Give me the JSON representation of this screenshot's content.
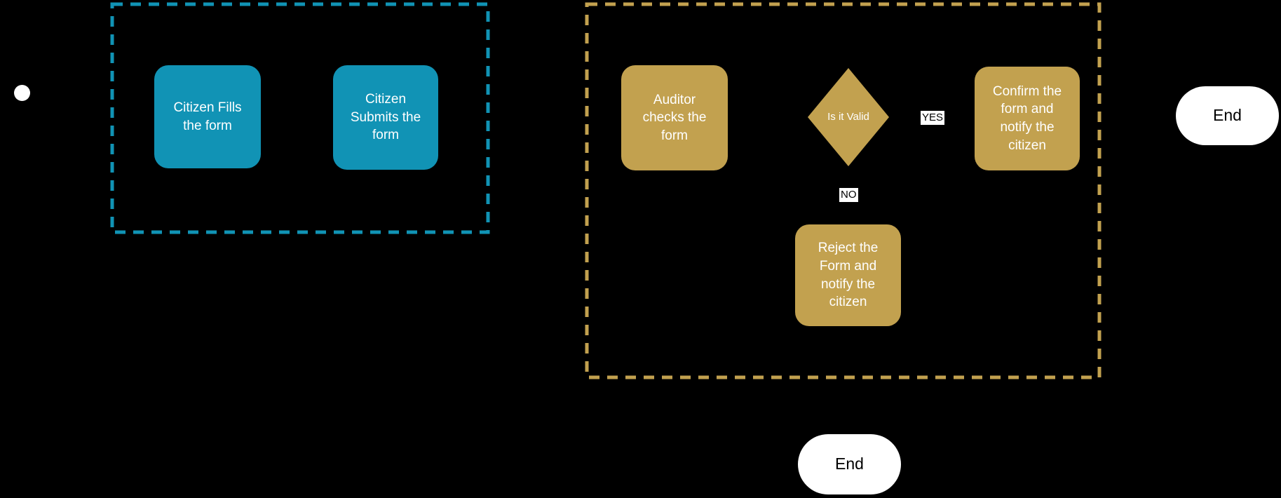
{
  "colors": {
    "background": "#000000",
    "teal": "#1193b5",
    "gold": "#c2a14f",
    "node_text": "#ffffff",
    "label_bg": "#ffffff",
    "label_text": "#000000"
  },
  "nodes": {
    "fill_form": {
      "label": "Citizen Fills the form",
      "lines": [
        "Citizen Fills",
        "the form"
      ]
    },
    "submit_form": {
      "label": "Citizen Submits the form",
      "lines": [
        "Citizen",
        "Submits the",
        "form"
      ]
    },
    "auditor_checks": {
      "label": "Auditor checks the form",
      "lines": [
        "Auditor",
        "checks the",
        "form"
      ]
    },
    "decision": {
      "label": "Is it Valid"
    },
    "confirm": {
      "label": "Confirm the form and notify the citizen",
      "lines": [
        "Confirm the",
        "form and",
        "notify the",
        "citizen"
      ]
    },
    "reject": {
      "label": "Reject the Form and notify the citizen",
      "lines": [
        "Reject the",
        "Form and",
        "notify the",
        "citizen"
      ]
    },
    "end_right": {
      "label": "End"
    },
    "end_bottom": {
      "label": "End"
    }
  },
  "edges": {
    "yes": "YES",
    "no": "NO"
  }
}
